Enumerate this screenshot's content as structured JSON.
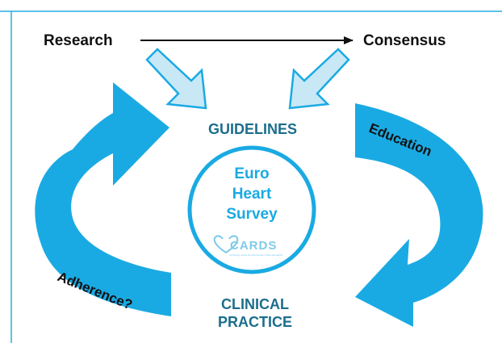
{
  "top_flow": {
    "left_label": "Research",
    "right_label": "Consensus"
  },
  "center": {
    "guidelines_label": "GUIDELINES",
    "survey_line_1": "Euro",
    "survey_line_2": "Heart",
    "survey_line_3": "Survey",
    "logo_text": "CARDS",
    "logo_subtext": "Cardiology Audit and Registration Data Standards",
    "practice_line_1": "CLINICAL",
    "practice_line_2": "PRACTICE"
  },
  "cycle": {
    "right_arrow_label": "Education",
    "left_arrow_label": "Adherence?"
  },
  "colors": {
    "frame": "#29ABE2",
    "arrow_fill": "#1AAAE3",
    "light_arrow_fill": "#C8E8F6",
    "dark_teal_text": "#1C6E8C",
    "bright_blue_text": "#1AAAE3",
    "black_text": "#111111"
  },
  "icons": {
    "logo": "heart-outline-icon"
  }
}
